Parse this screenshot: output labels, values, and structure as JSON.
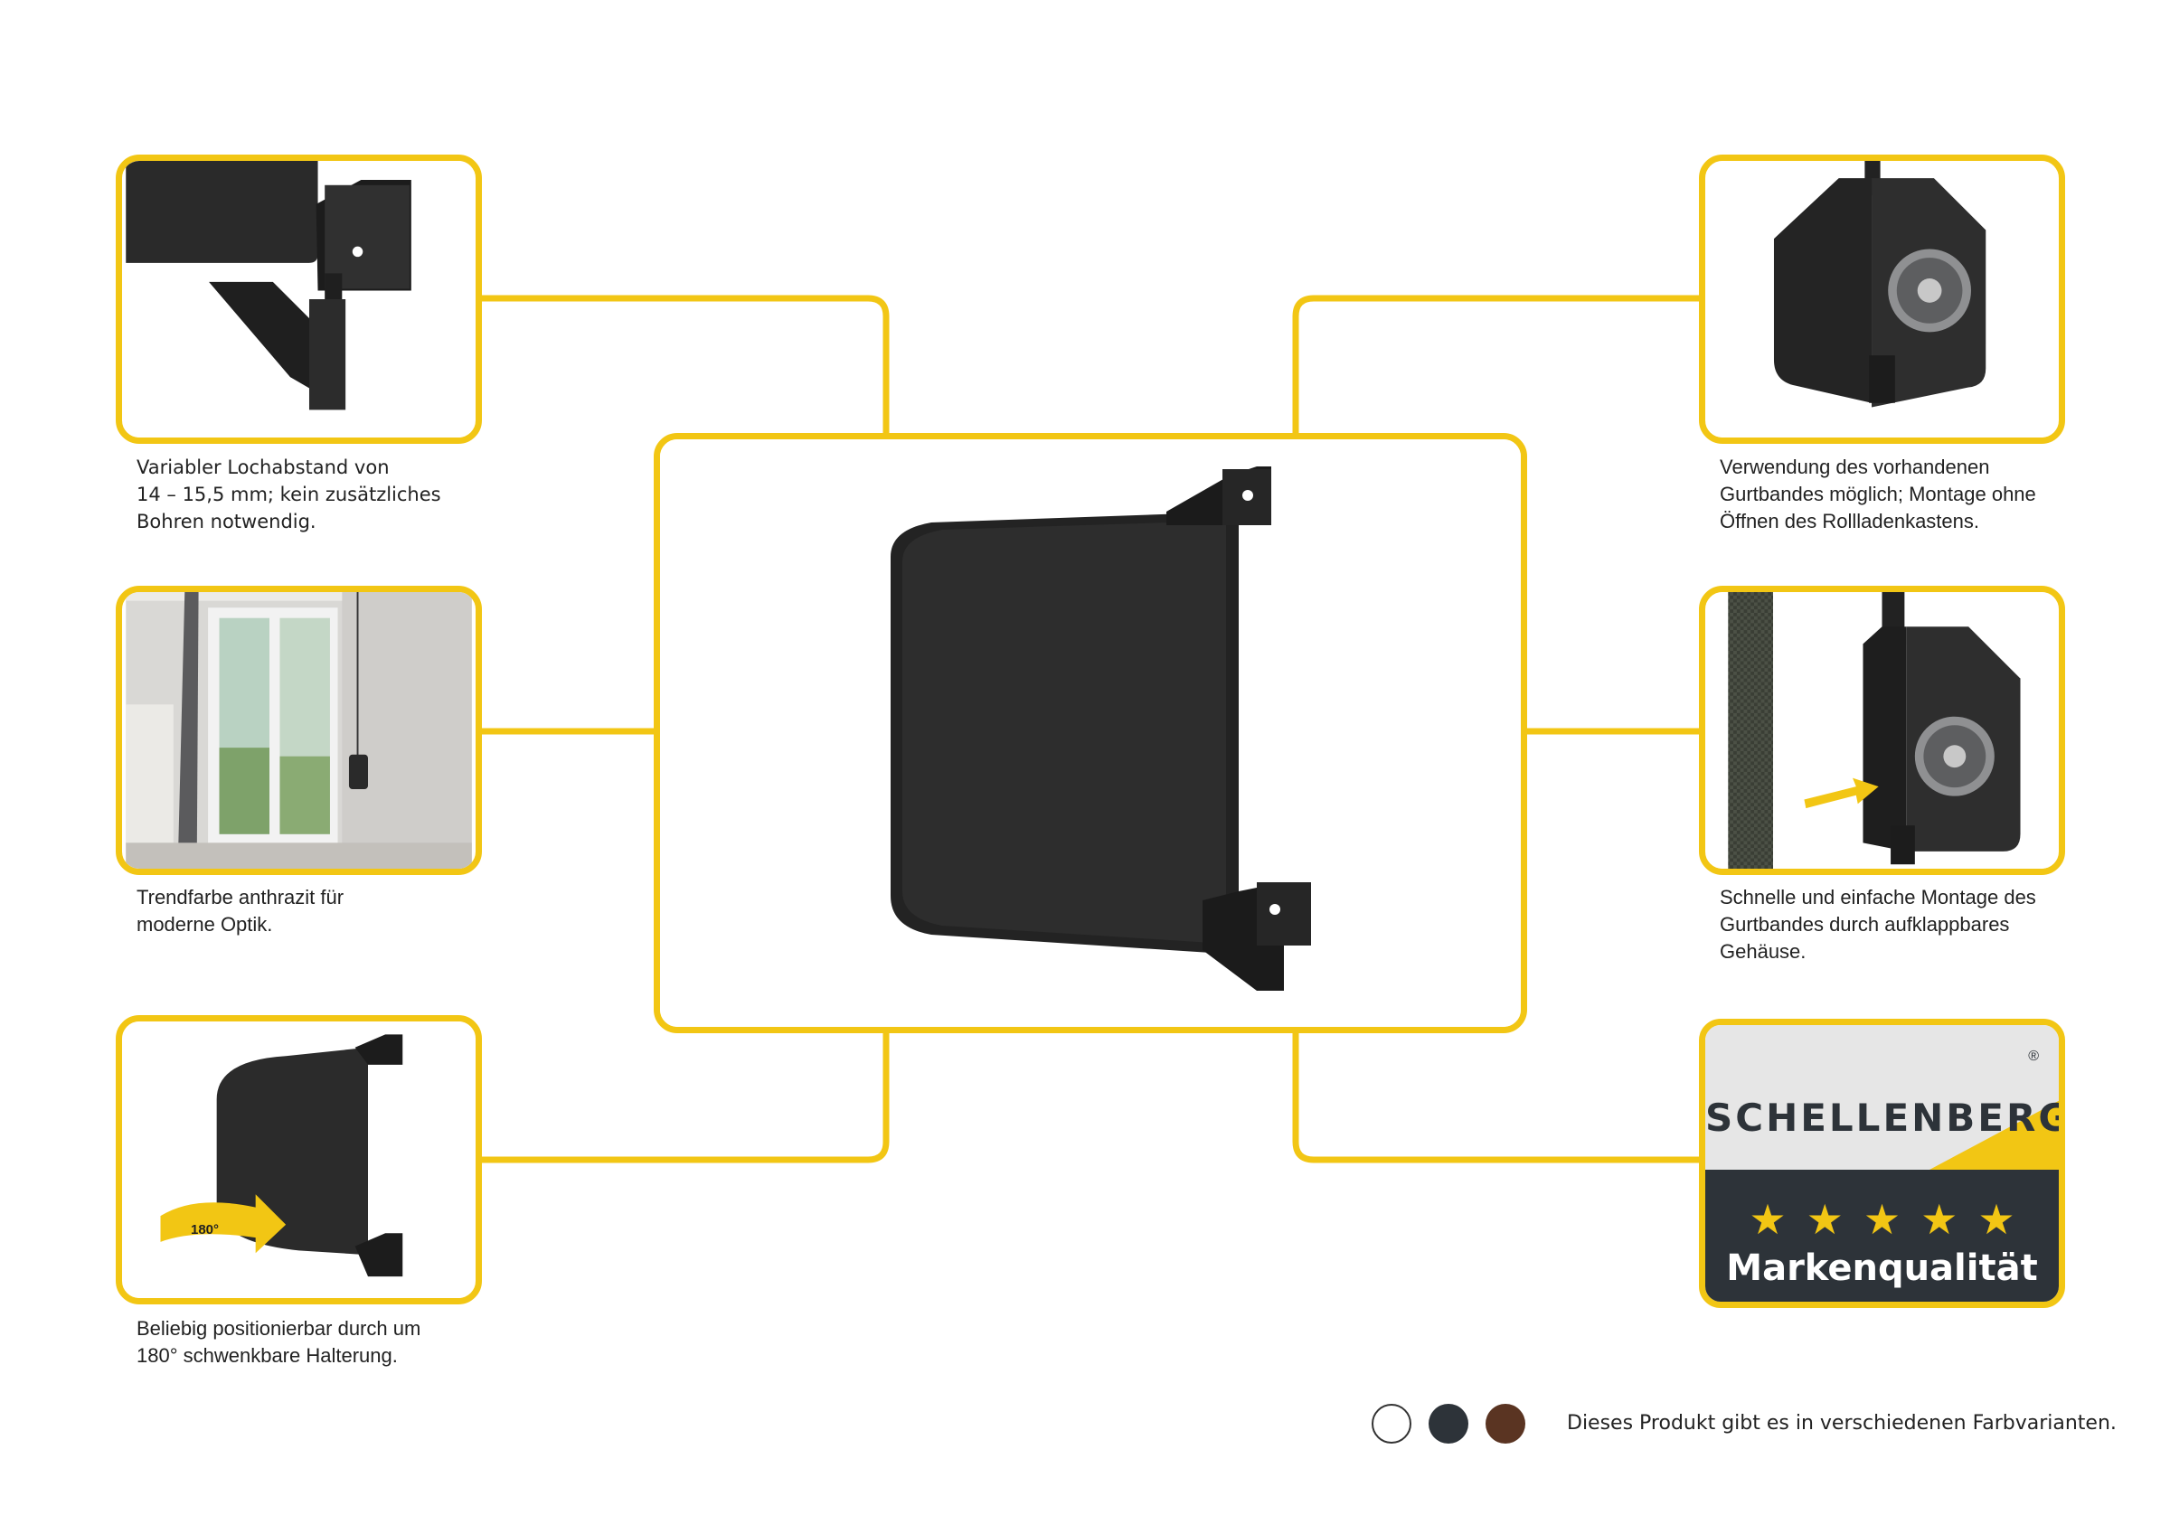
{
  "features": [
    {
      "id": "hole-spacing",
      "caption": "Variabler Lochabstand von\n14 – 15,5 mm; kein zusätzliches\nBohren notwendig."
    },
    {
      "id": "trend-color",
      "caption": "Trendfarbe anthrazit für\nmoderne Optik."
    },
    {
      "id": "swivel",
      "caption": "Beliebig positionierbar durch um\n180° schwenkbare Halterung.",
      "badge": "180°"
    },
    {
      "id": "existing-belt",
      "caption": "Verwendung des vorhandenen\nGurtbandes möglich; Montage ohne\nÖffnen des Rollladenkastens."
    },
    {
      "id": "easy-mount",
      "caption": "Schnelle und einfache Montage des\nGurtbandes durch aufklappbares\nGehäuse."
    }
  ],
  "brand": {
    "name": "SCHELLENBERG",
    "registered": "®",
    "stars": "★★★★★",
    "quality_label": "Markenqualität"
  },
  "colors": {
    "accent": "#f2c614",
    "product": "#2a2a2a",
    "logo_dark": "#2d3339",
    "logo_light": "#e6e6e6"
  },
  "variants": {
    "swatches": [
      "#ffffff",
      "#2d3339",
      "#5a3422"
    ],
    "text": "Dieses Produkt gibt es in verschiedenen Farbvarianten."
  }
}
